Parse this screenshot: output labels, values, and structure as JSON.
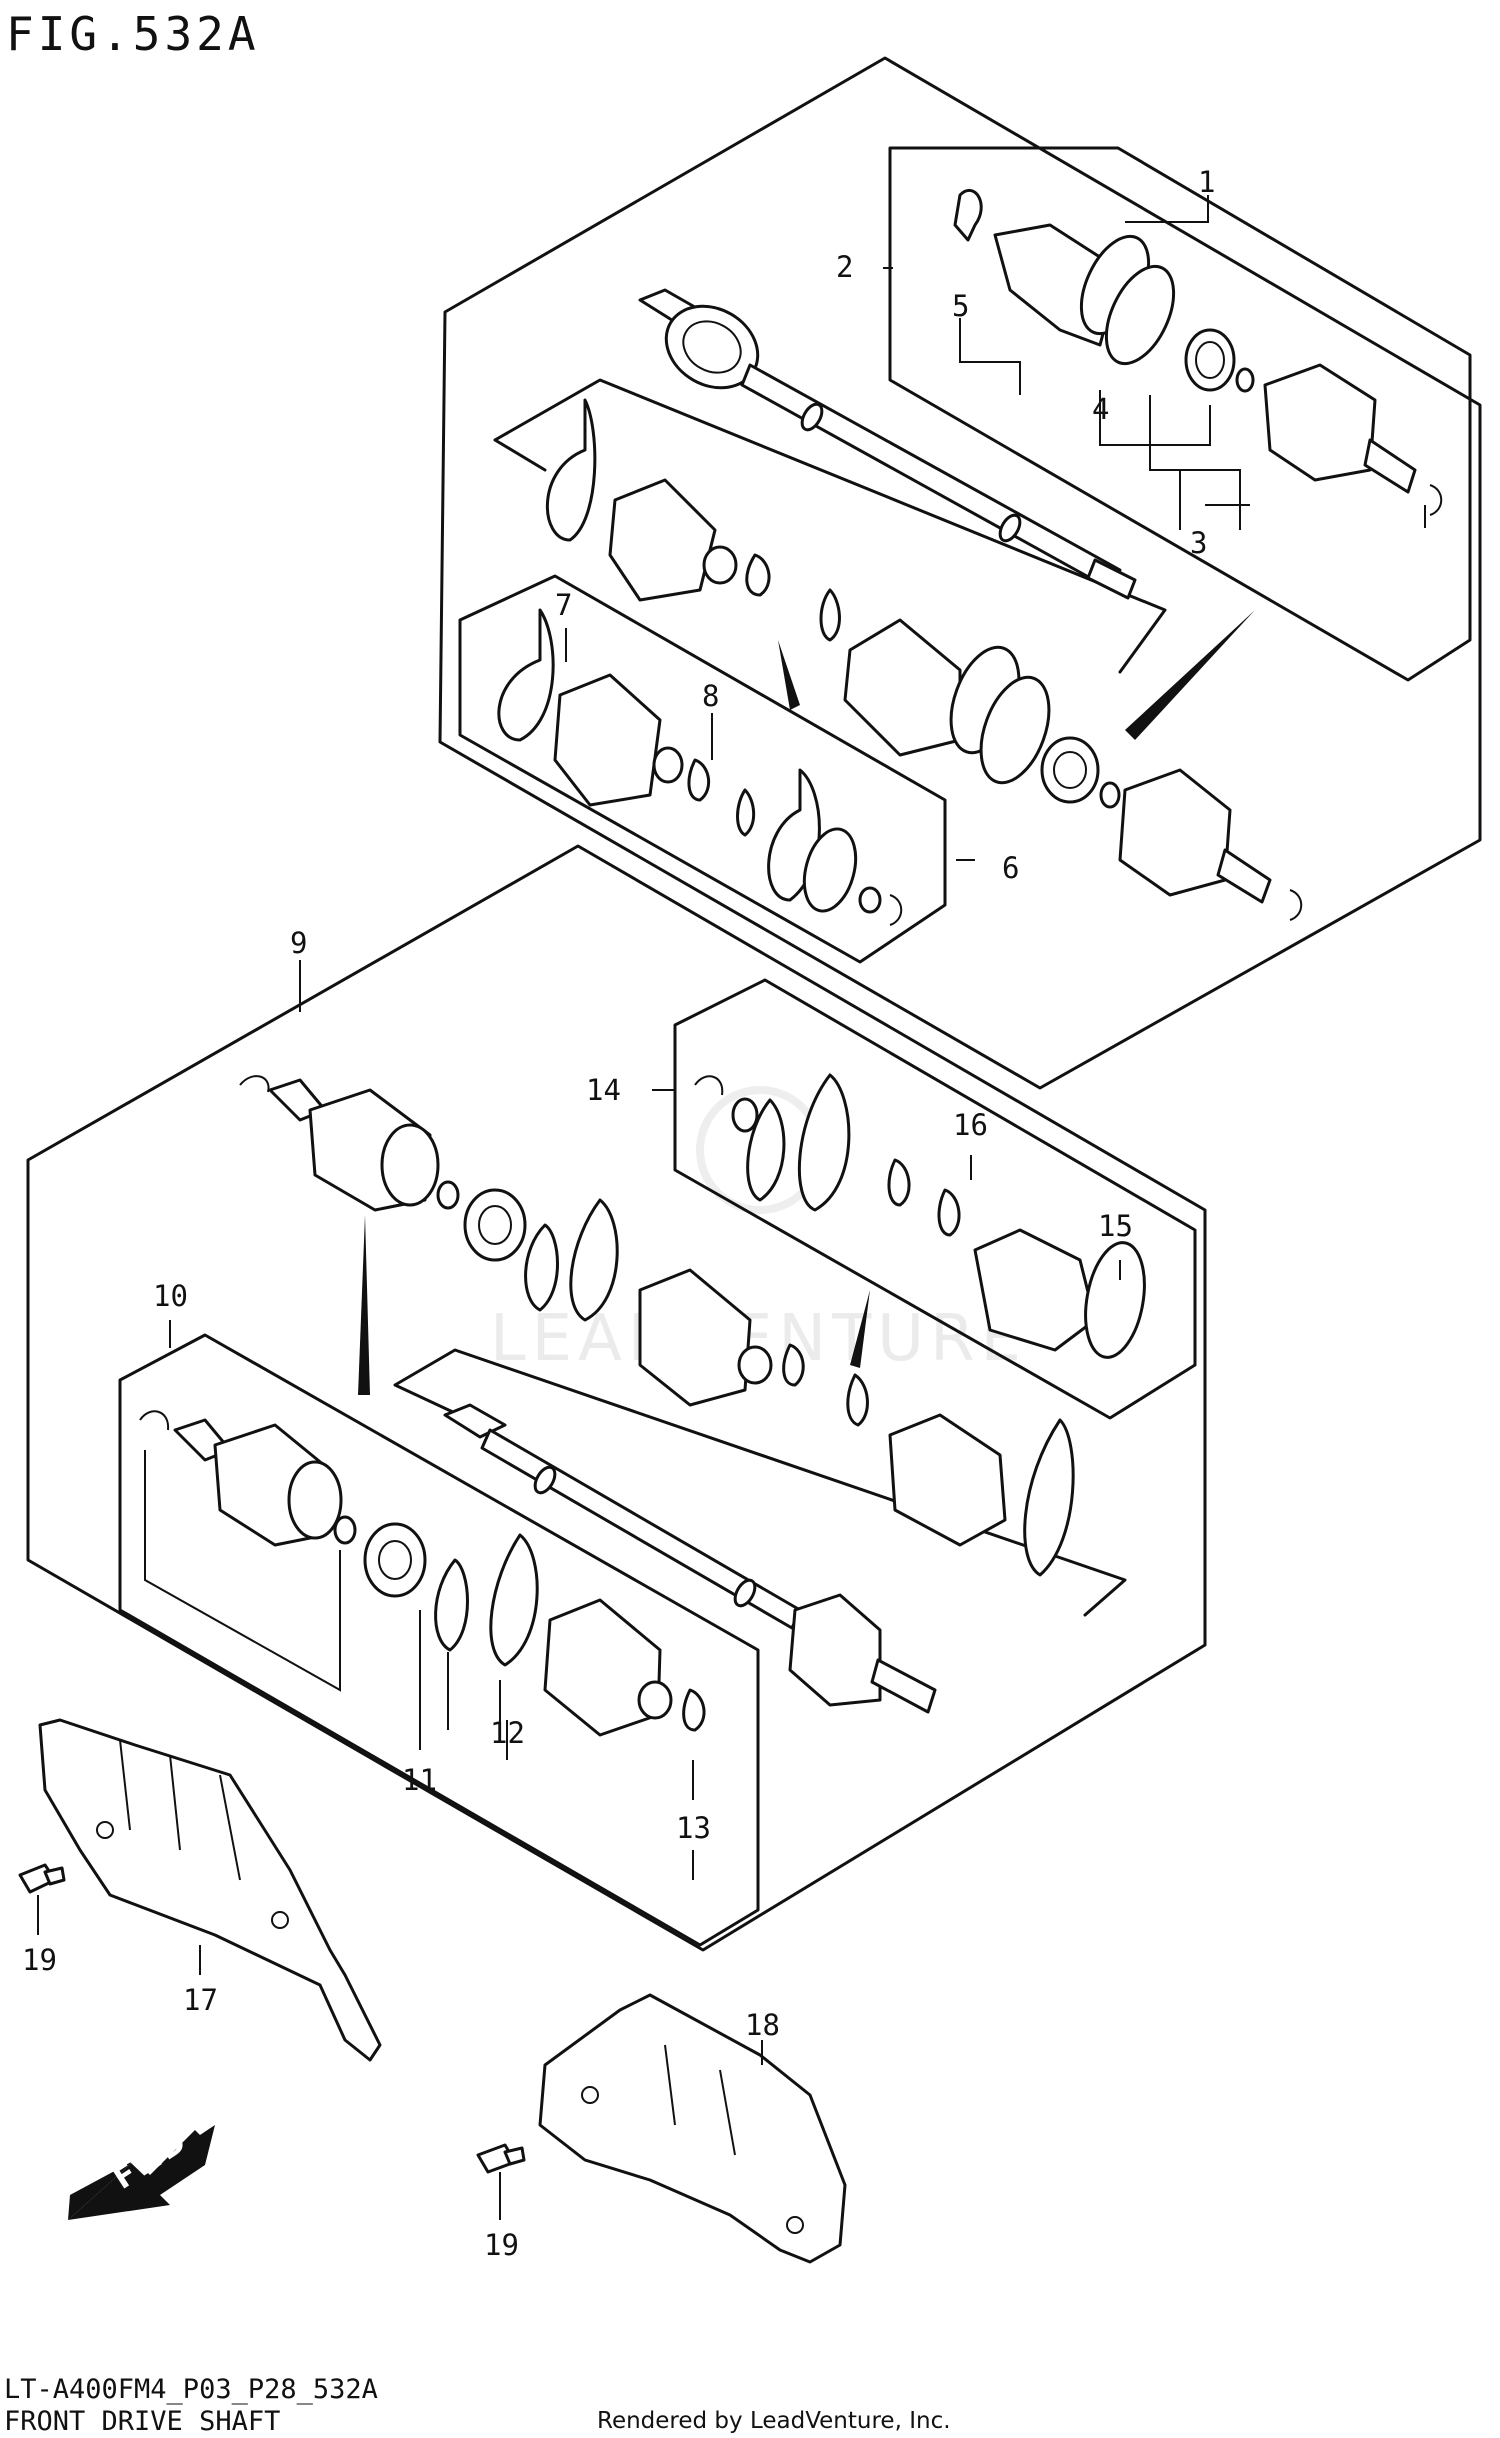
{
  "figure": {
    "title": "FIG.532A",
    "code": "LT-A400FM4_P03_P28_532A",
    "name": "FRONT DRIVE SHAFT",
    "rendered_by": "Rendered by LeadVenture, Inc.",
    "watermark": "LEADVENTURE",
    "fwd_label": "FWD"
  },
  "callouts": [
    "1",
    "2",
    "3",
    "4",
    "5",
    "6",
    "7",
    "8",
    "9",
    "10",
    "11",
    "12",
    "13",
    "14",
    "15",
    "16",
    "17",
    "18",
    "19",
    "19"
  ]
}
